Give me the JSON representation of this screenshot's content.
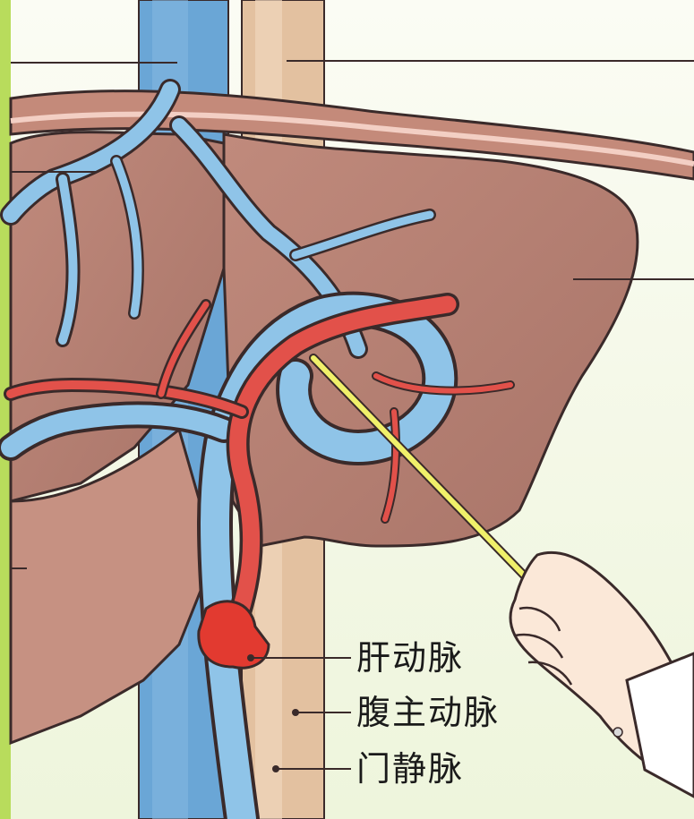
{
  "labels": {
    "hepatic_artery": "肝动脉",
    "abdominal_aorta": "腹主动脉",
    "portal_vein": "门静脉"
  },
  "colors": {
    "background": "#f3f7e4",
    "left_strip": "#b8dc5c",
    "vena_cava": "#6aa6d6",
    "aorta": "#e3c1a0",
    "liver": "#b98474",
    "portal_vessel": "#8fc4e8",
    "artery": "#e2514a",
    "pointer": "#f0f06a",
    "outline": "#3a2a2a"
  },
  "icons": {
    "pointer": "pointer-stick-icon",
    "hand": "hand-icon"
  }
}
